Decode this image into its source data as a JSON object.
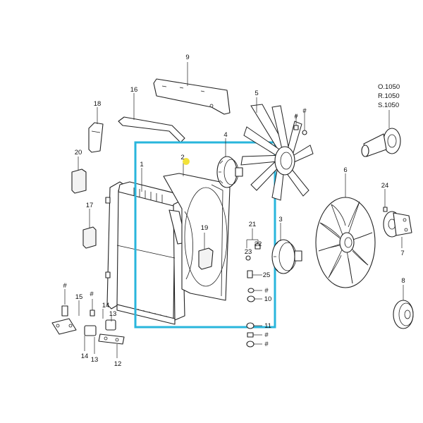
{
  "callouts": {
    "p1": "1",
    "p2": "2",
    "p3": "3",
    "p4": "4",
    "p5": "5",
    "p6": "6",
    "p7": "7",
    "p8": "8",
    "p9": "9",
    "p10": "10",
    "p11": "11",
    "p12": "12",
    "p13a": "13",
    "p13b": "13",
    "p14a": "14",
    "p14b": "14",
    "p15": "15",
    "p16": "16",
    "p17": "17",
    "p18": "18",
    "p19": "19",
    "p20": "20",
    "p21": "21",
    "p22": "22",
    "p23": "23",
    "p24": "24",
    "p25": "25",
    "hash": "#"
  },
  "variant_codes": [
    "O.1050",
    "R.1050",
    "S.1050"
  ],
  "colors": {
    "highlight_box": "#29b6dc",
    "selected_marker": "#f2e23a"
  }
}
